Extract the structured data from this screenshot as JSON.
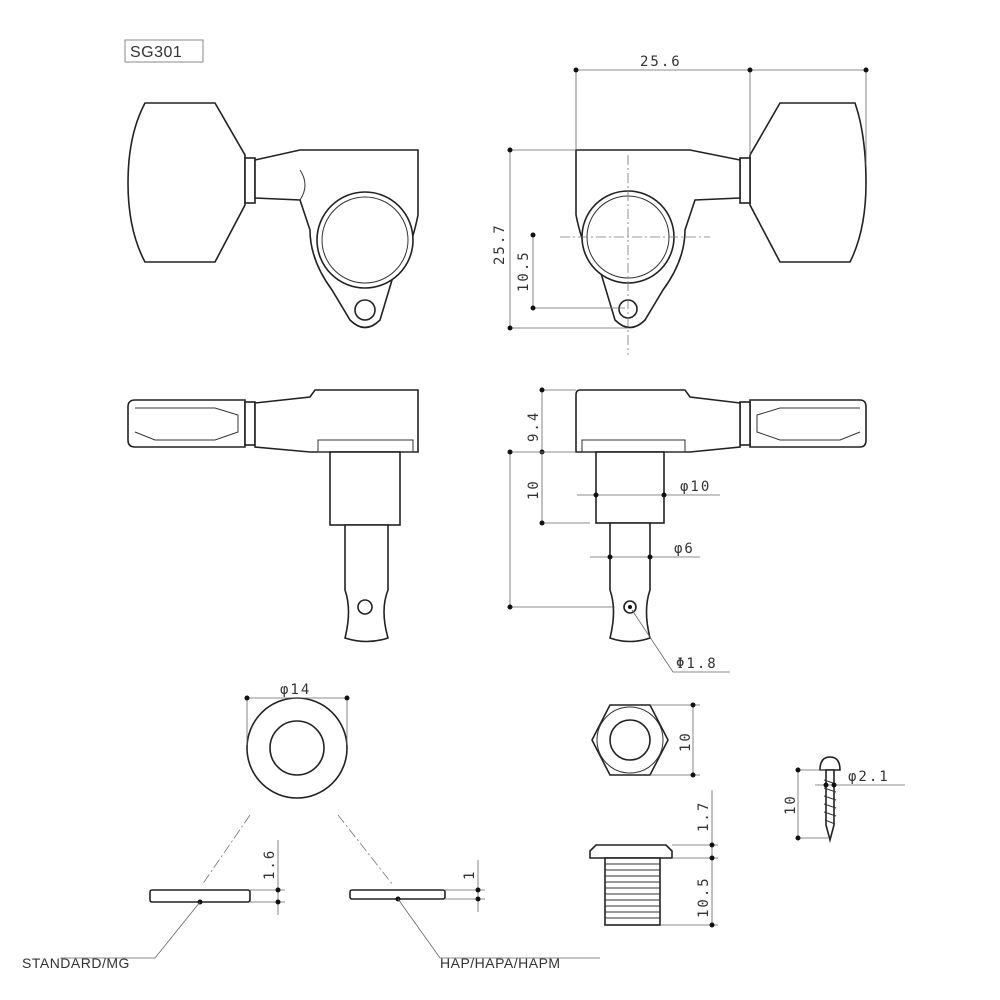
{
  "model": "SG301",
  "dims": {
    "width_overall": "25.6",
    "height_overall": "25.7",
    "post_center": "10.5",
    "body_thickness": "9.4",
    "bushing_height": "10",
    "post_dia": "φ10",
    "shaft_dia": "φ6",
    "hole_dia": "Φ1.8",
    "washer_dia": "φ14",
    "washer_std_thick": "1.6",
    "washer_hap_thick": "1",
    "nut_size": "10",
    "bushing_head": "1.7",
    "bushing_thread": "10.5",
    "screw_dia": "φ2.1",
    "screw_len": "10"
  },
  "labels": {
    "standard": "STANDARD/MG",
    "hap": "HAP/HAPA/HAPM"
  }
}
